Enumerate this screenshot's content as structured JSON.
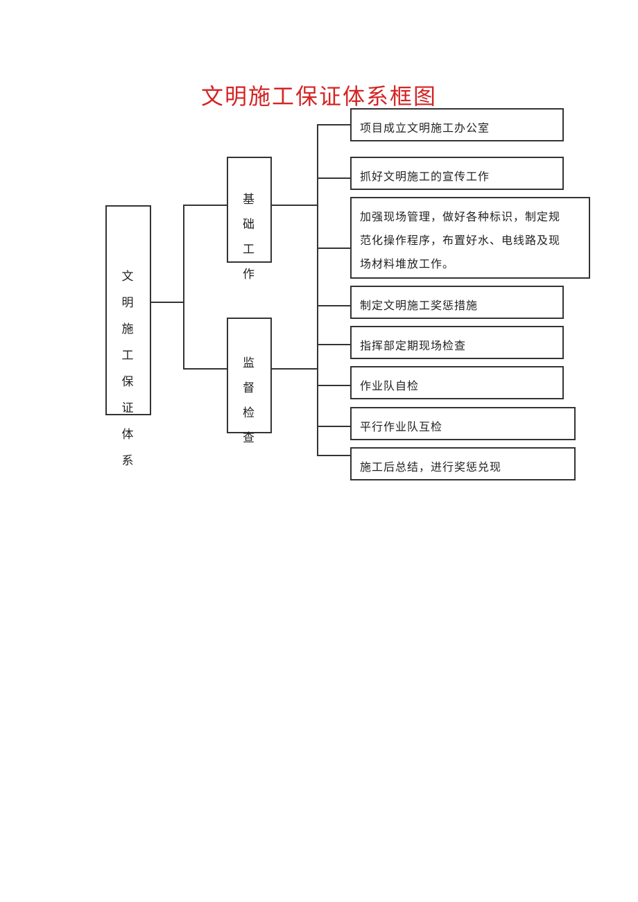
{
  "title": "文明施工保证体系框图",
  "root": {
    "line1": "文 明",
    "line2": "施 工",
    "line3": "保 证",
    "line4": "体 系"
  },
  "groups": [
    {
      "line1": "基 础",
      "line2": "工 作"
    },
    {
      "line1": "监 督",
      "line2": "检 查"
    }
  ],
  "items": [
    {
      "lines": [
        "项目成立文明施工办公室"
      ]
    },
    {
      "lines": [
        "抓好文明施工的宣传工作"
      ]
    },
    {
      "lines": [
        "加强现场管理，做好各种标识，制定规",
        "范化操作程序，布置好水、电线路及现",
        "场材料堆放工作。"
      ]
    },
    {
      "lines": [
        "制定文明施工奖惩措施"
      ]
    },
    {
      "lines": [
        "指挥部定期现场检查"
      ]
    },
    {
      "lines": [
        "作业队自检"
      ]
    },
    {
      "lines": [
        "平行作业队互检"
      ]
    },
    {
      "lines": [
        "施工后总结，进行奖惩兑现"
      ]
    }
  ]
}
